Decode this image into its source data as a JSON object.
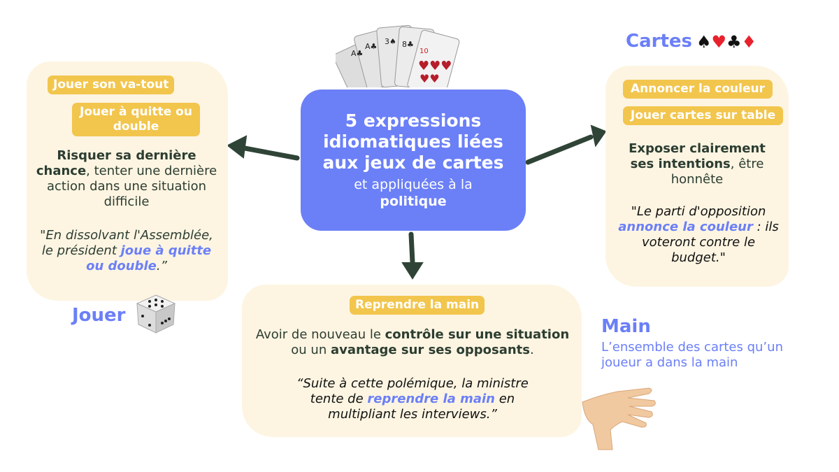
{
  "center": {
    "title": "5 expressions idiomatiques liées aux jeux de cartes",
    "subtitle_prefix": "et appliquées à la",
    "subtitle_bold": "politique"
  },
  "left": {
    "tags": [
      "Jouer son va-tout",
      "Jouer à quitte ou double"
    ],
    "definition_bold": "Risquer sa dernière chance",
    "definition_rest": ", tenter une dernière action dans une situation difficile",
    "quote_start": "\"En dissolvant l'Assemblée, le président ",
    "quote_highlight": "joue à quitte ou double",
    "quote_end": ".”",
    "label": "Jouer",
    "icon": "dice-icon"
  },
  "right": {
    "header": "Cartes",
    "suits": [
      "♠",
      "♥",
      "♣",
      "♦"
    ],
    "tags": [
      "Annoncer la couleur",
      "Jouer cartes sur table"
    ],
    "definition_bold": "Exposer clairement ses intentions",
    "definition_rest": ", être honnête",
    "quote_start": "\"Le parti d'opposition ",
    "quote_highlight": "annonce la couleur",
    "quote_end": " : ils voteront contre le budget.\""
  },
  "bottom": {
    "tag": "Reprendre la main",
    "def_1": "Avoir de nouveau le ",
    "def_b1": "contrôle sur une situation",
    "def_2": " ou un ",
    "def_b2": "avantage sur ses opposants",
    "def_3": ".",
    "quote_start": "“Suite à cette polémique, la ministre tente de ",
    "quote_highlight": "reprendre la main",
    "quote_end": " en multipliant les interviews.”"
  },
  "main_note": {
    "title": "Main",
    "text": "L’ensemble des cartes qu’un joueur a dans la main"
  },
  "colors": {
    "accent": "#6b7ff7",
    "tag": "#f2c54d",
    "bubble": "#fdf5e2",
    "text": "#2c3d31"
  }
}
